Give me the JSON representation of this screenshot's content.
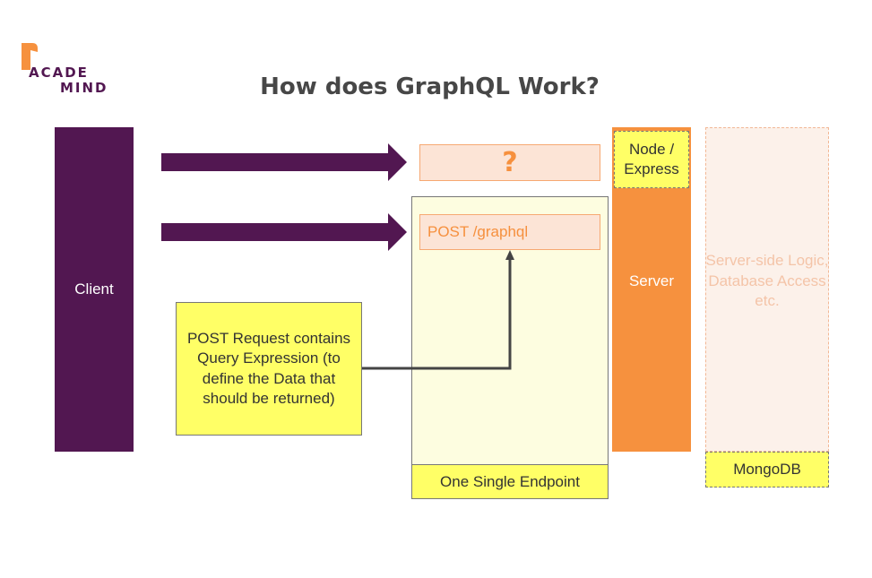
{
  "logo": {
    "line1": "ACADE",
    "line2": "MIND"
  },
  "title": "How does GraphQL Work?",
  "client": {
    "label": "Client"
  },
  "unknown_endpoint": {
    "label": "?"
  },
  "post_endpoint": {
    "label": "POST /graphql"
  },
  "endpoint_panel": {
    "label": "One Single Endpoint"
  },
  "request_note": {
    "text": "POST Request contains Query Expression (to define the Data that should be returned)"
  },
  "server": {
    "label": "Server",
    "framework": "Node / Express"
  },
  "server_logic": {
    "text": "Server-side Logic, Database Access etc."
  },
  "database": {
    "label": "MongoDB"
  },
  "colors": {
    "client": "#521751",
    "server": "#f6913e",
    "highlight": "#ffff66",
    "endpoint_panel": "#fdfde0",
    "endpoint_box": "#fce4d6",
    "logic_panel": "#fcf1ea"
  }
}
